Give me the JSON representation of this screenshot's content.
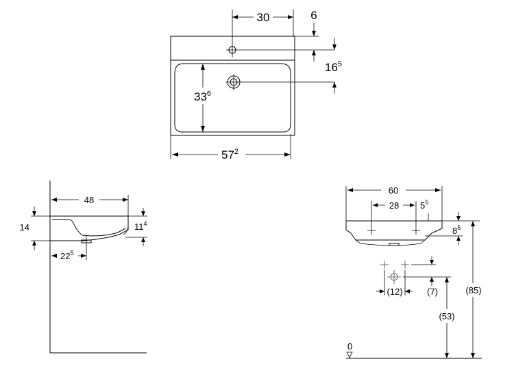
{
  "top_view": {
    "width_outer": "30",
    "hole_edge": "6",
    "hole_offset_main": "16",
    "hole_offset_sup": "5",
    "depth_main": "33",
    "depth_sup": "6",
    "width_main": "57",
    "width_sup": "2"
  },
  "side_view": {
    "depth": "48",
    "height": "14",
    "inner_height_main": "11",
    "inner_height_sup": "4",
    "drain_main": "22",
    "drain_sup": "5"
  },
  "front_view": {
    "width": "60",
    "tap_spacing": "28",
    "edge_main": "5",
    "edge_sup": "5",
    "rim_main": "8",
    "rim_sup": "5",
    "supply_spacing": "(12)",
    "supply_offset": "(7)",
    "drain_height": "(53)",
    "rim_height": "(85)",
    "floor_level": "0"
  }
}
